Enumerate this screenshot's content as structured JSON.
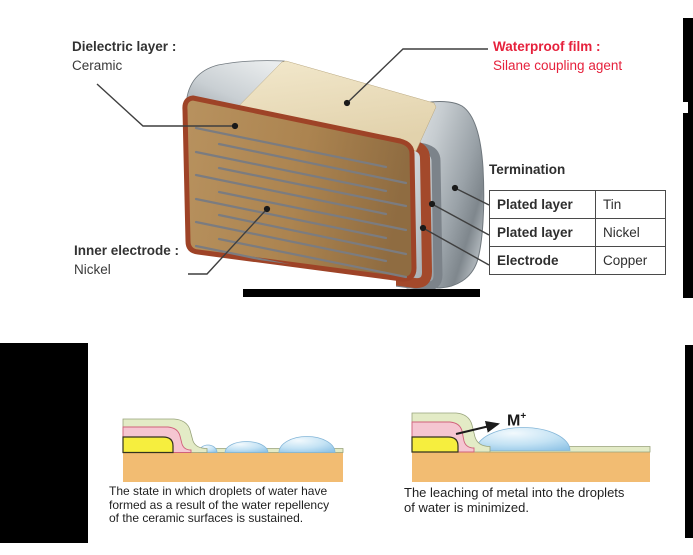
{
  "capacitor_diagram": {
    "labels": {
      "dielectric": {
        "title": "Dielectric layer :",
        "value": "Ceramic"
      },
      "waterproof": {
        "title": "Waterproof film :",
        "value": "Silane coupling agent"
      },
      "inner_electrode": {
        "title": "Inner electrode :",
        "value": "Nickel"
      }
    },
    "termination": {
      "title": "Termination",
      "rows": [
        {
          "label": "Plated layer",
          "value": "Tin"
        },
        {
          "label": "Plated layer",
          "value": "Nickel"
        },
        {
          "label": "Electrode",
          "value": "Copper"
        }
      ]
    }
  },
  "water_diagrams": {
    "left": {
      "caption_lines": [
        "The state in which droplets of water have",
        "formed as a result of the water repellency",
        "of the ceramic surfaces is sustained."
      ]
    },
    "right": {
      "caption_lines": [
        "The leaching of metal into the droplets",
        "of water is minimized."
      ],
      "ion_symbol": "M",
      "ion_charge": "+"
    }
  },
  "colors": {
    "accent_red": "#e6213c",
    "ceramic_body_tan": "#ac8450",
    "ceramic_top_cream": "#ebdfc0",
    "termination_silver": "#c6ccd0",
    "copper_rim": "#a3492b",
    "electrode_line_gray": "#7b7c80",
    "droplet_blue": "#c3e2f4",
    "film_layer_green": "#e3ebc6",
    "layer_pink": "#f5c6d1",
    "layer_yellow": "#f6ee3e",
    "substrate_orange": "#f2bc72"
  }
}
